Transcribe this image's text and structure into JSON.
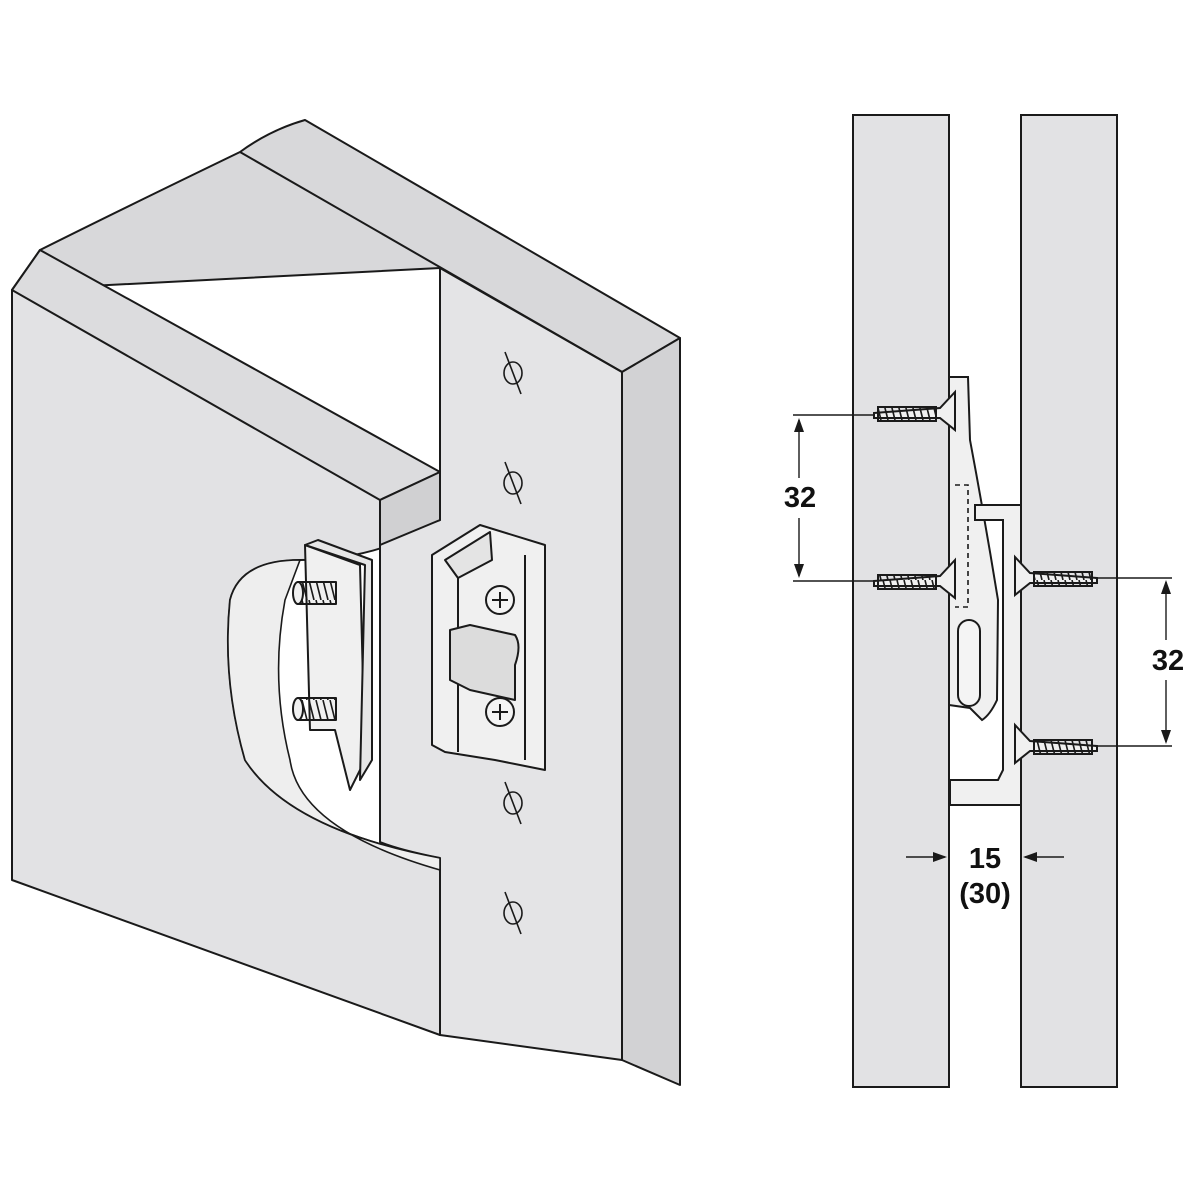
{
  "colors": {
    "panel_fill": "#e2e2e4",
    "panel_side": "#d4d4d6",
    "hardware_fill": "#f0f0f0",
    "line": "#1a1a1a",
    "background": "#ffffff"
  },
  "dimensions": {
    "left_spacing": "32",
    "right_spacing": "32",
    "gap_value": "15",
    "gap_alt": "(30)"
  },
  "icons": {
    "screw_head": "phillips-screw-icon",
    "dowel": "threaded-dowel-icon",
    "drill_mark": "drill-hole-icon"
  }
}
